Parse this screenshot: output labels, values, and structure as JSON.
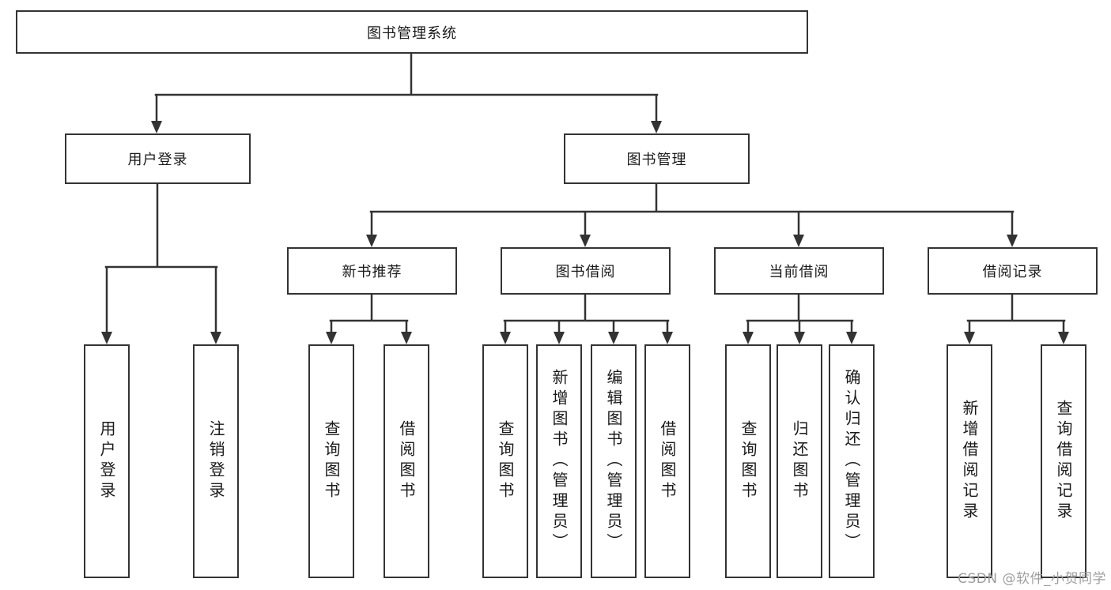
{
  "diagram": {
    "title": "图书管理系统",
    "level2": [
      {
        "label": "用户登录"
      },
      {
        "label": "图书管理"
      }
    ],
    "level3": [
      {
        "label": "新书推荐"
      },
      {
        "label": "图书借阅"
      },
      {
        "label": "当前借阅"
      },
      {
        "label": "借阅记录"
      }
    ],
    "leaves": {
      "user_login": [
        {
          "label": "用户登录"
        },
        {
          "label": "注销登录"
        }
      ],
      "new_book": [
        {
          "label": "查询图书"
        },
        {
          "label": "借阅图书"
        }
      ],
      "book_borrow": [
        {
          "label": "查询图书"
        },
        {
          "label": "新增图书（管理员）"
        },
        {
          "label": "编辑图书（管理员）"
        },
        {
          "label": "借阅图书"
        }
      ],
      "current_borrow": [
        {
          "label": "查询图书"
        },
        {
          "label": "归还图书"
        },
        {
          "label": "确认归还（管理员）"
        }
      ],
      "borrow_record": [
        {
          "label": "新增借阅记录"
        },
        {
          "label": "查询借阅记录"
        }
      ]
    },
    "watermark": "CSDN @软件_小贺同学",
    "colors": {
      "line": "#333333",
      "border": "#333333",
      "text": "#1a1a1a",
      "background": "#ffffff",
      "watermark": "#9e9e9e"
    }
  }
}
